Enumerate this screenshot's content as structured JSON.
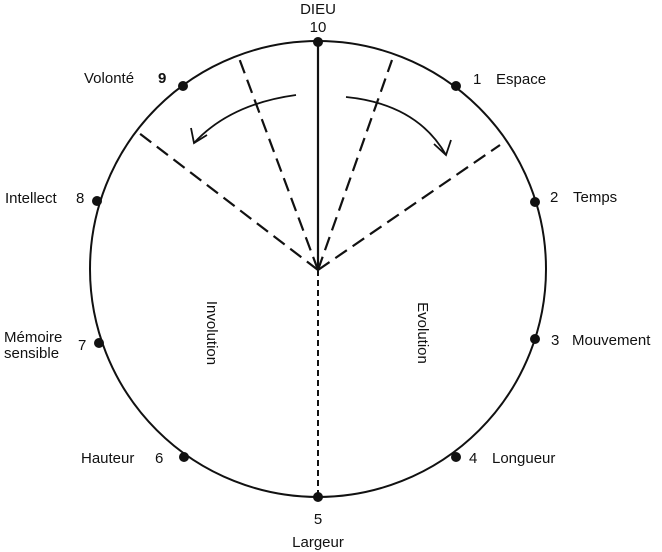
{
  "diagram": {
    "top": {
      "title": "DIEU",
      "number": "10"
    },
    "points": [
      {
        "number": "1",
        "label": "Espace"
      },
      {
        "number": "2",
        "label": "Temps"
      },
      {
        "number": "3",
        "label": "Mouvement"
      },
      {
        "number": "4",
        "label": "Longueur"
      },
      {
        "number": "5",
        "label": "Largeur"
      },
      {
        "number": "6",
        "label": "Hauteur"
      },
      {
        "number": "7",
        "label_line1": "Mémoire",
        "label_line2": "sensible"
      },
      {
        "number": "8",
        "label": "Intellect"
      },
      {
        "number": "9",
        "label": "Volonté"
      }
    ],
    "sectors": {
      "left": "Involution",
      "right": "Evolution"
    }
  }
}
